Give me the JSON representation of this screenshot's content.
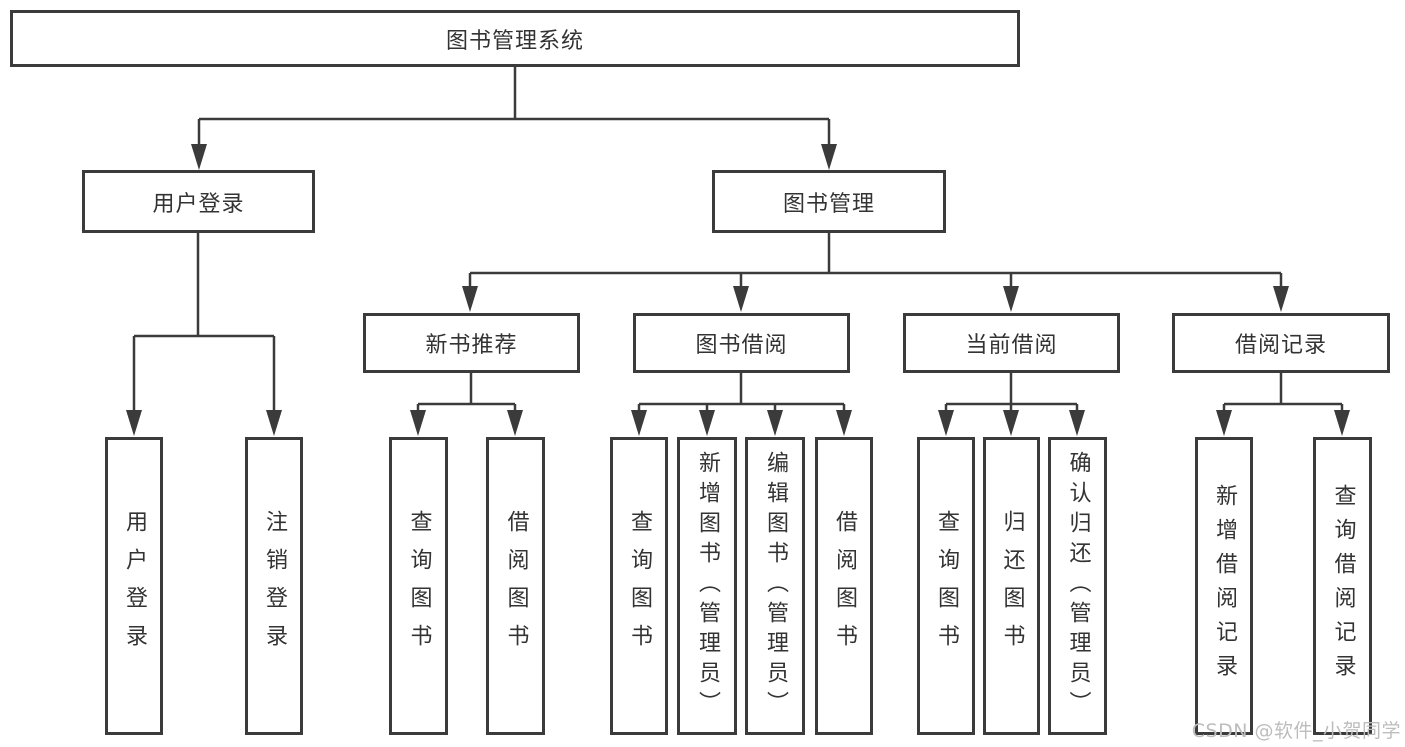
{
  "colors": {
    "line": "#3b3b3b",
    "text": "#333333",
    "watermark": "#bdbdbd",
    "background": "#ffffff"
  },
  "watermark": {
    "text": "CSDN @软件_小贺同学"
  },
  "diagram": {
    "type": "tree",
    "root": {
      "label": "图书管理系统"
    },
    "branches": [
      {
        "label": "用户登录",
        "children": [
          {
            "label": "用户登录"
          },
          {
            "label": "注销登录"
          }
        ]
      },
      {
        "label": "图书管理",
        "children": [
          {
            "label": "新书推荐",
            "children": [
              {
                "label": "查询图书"
              },
              {
                "label": "借阅图书"
              }
            ]
          },
          {
            "label": "图书借阅",
            "children": [
              {
                "label": "查询图书"
              },
              {
                "label": "新增图书（管理员）"
              },
              {
                "label": "编辑图书（管理员）"
              },
              {
                "label": "借阅图书"
              }
            ]
          },
          {
            "label": "当前借阅",
            "children": [
              {
                "label": "查询图书"
              },
              {
                "label": "归还图书"
              },
              {
                "label": "确认归还（管理员）"
              }
            ]
          },
          {
            "label": "借阅记录",
            "children": [
              {
                "label": "新增借阅记录"
              },
              {
                "label": "查询借阅记录"
              }
            ]
          }
        ]
      }
    ]
  }
}
